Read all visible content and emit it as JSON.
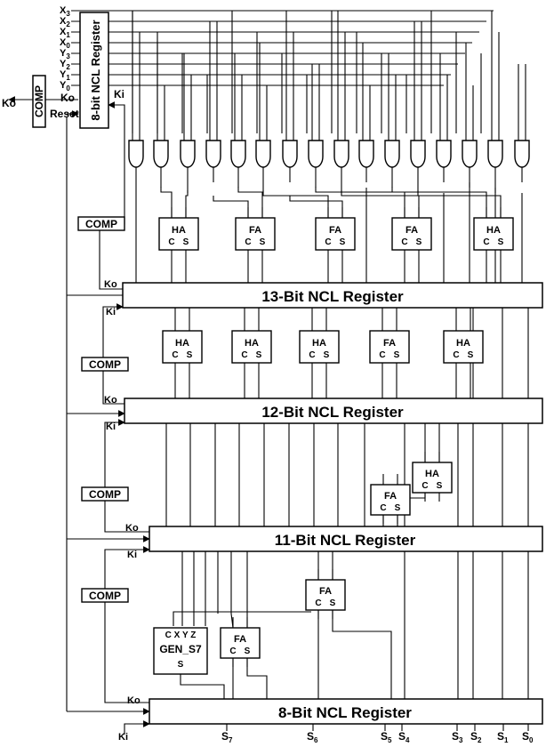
{
  "inputs": {
    "x": [
      "X",
      "X",
      "X",
      "X"
    ],
    "x_sub": [
      "3",
      "2",
      "1",
      "0"
    ],
    "y": [
      "Y",
      "Y",
      "Y",
      "Y"
    ],
    "y_sub": [
      "3",
      "2",
      "1",
      "0"
    ]
  },
  "input_register": {
    "title": "8-bit NCL Register",
    "ko": "Ko",
    "ki": "Ki",
    "reset": "Reset"
  },
  "left_comp": {
    "label": "COMP",
    "ko": "Ko"
  },
  "registers": [
    {
      "title": "13-Bit NCL Register",
      "ko": "Ko",
      "ki": "Ki"
    },
    {
      "title": "12-Bit NCL Register",
      "ko": "Ko",
      "ki": "Ki"
    },
    {
      "title": "11-Bit NCL Register",
      "ko": "Ko",
      "ki": "Ki"
    },
    {
      "title": "8-Bit NCL Register",
      "ko": "Ko",
      "ki": "Ki"
    }
  ],
  "comp_labels": [
    "COMP",
    "COMP",
    "COMP",
    "COMP"
  ],
  "adders": {
    "row1": [
      "HA",
      "FA",
      "FA",
      "FA",
      "HA"
    ],
    "row2": [
      "HA",
      "HA",
      "HA",
      "FA",
      "HA"
    ],
    "row3": [
      "HA",
      "FA"
    ],
    "row4": [
      "FA",
      "FA"
    ],
    "carry": "C",
    "sum": "S"
  },
  "gen_s7": {
    "title": "GEN_S7",
    "inputs": "C X Y Z",
    "output": "S"
  },
  "outputs": {
    "labels": [
      "S",
      "S",
      "S",
      "S",
      "S",
      "S",
      "S",
      "S"
    ],
    "subs": [
      "7",
      "6",
      "5",
      "4",
      "3",
      "2",
      "1",
      "0"
    ]
  }
}
